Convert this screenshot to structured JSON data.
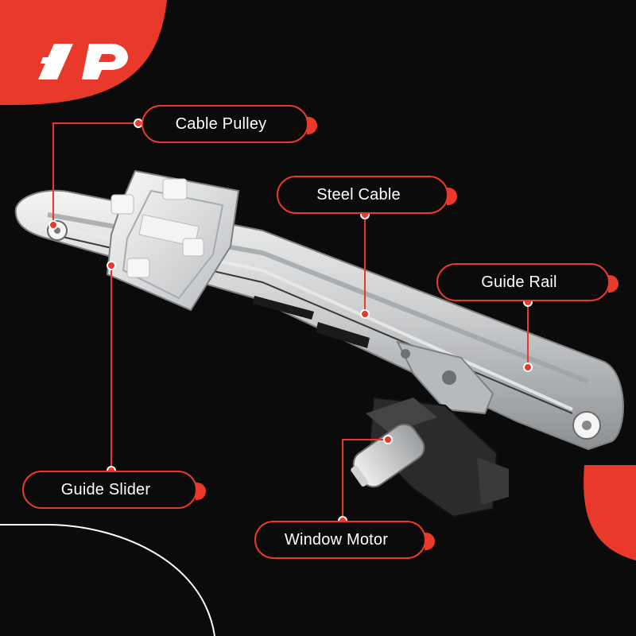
{
  "brand": {
    "logo_text": "A-P",
    "accent_color": "#e8392a",
    "background_color": "#0b0b0b"
  },
  "callouts": {
    "cable_pulley": "Cable Pulley",
    "steel_cable": "Steel Cable",
    "guide_rail": "Guide Rail",
    "guide_slider": "Guide Slider",
    "window_motor": "Window Motor"
  }
}
